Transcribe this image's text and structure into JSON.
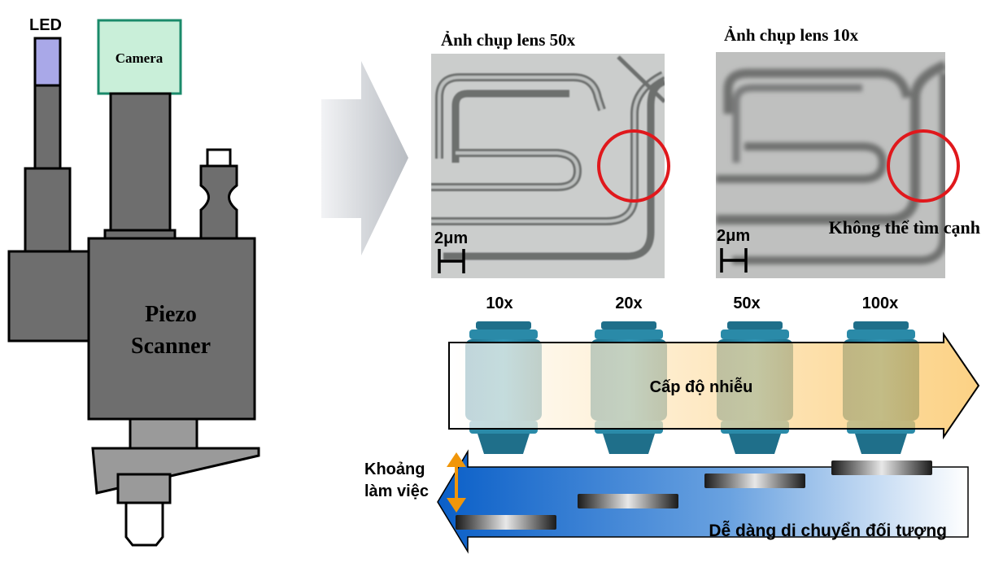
{
  "instrument": {
    "led_label": "LED",
    "camera_label": "Camera",
    "scanner_label_line1": "Piezo",
    "scanner_label_line2": "Scanner"
  },
  "images": [
    {
      "title": "Ảnh chụp lens 50x",
      "scale_label": "2μm",
      "note": ""
    },
    {
      "title": "Ảnh chụp lens 10x",
      "scale_label": "2μm",
      "note": "Không thể tìm cạnh"
    }
  ],
  "lenses": [
    {
      "label": "10x"
    },
    {
      "label": "20x"
    },
    {
      "label": "50x"
    },
    {
      "label": "100x"
    }
  ],
  "noise_arrow_label": "Cấp độ nhiễu",
  "working_distance_label_line1": "Khoảng",
  "working_distance_label_line2": "làm việc",
  "move_arrow_label": "Dễ dàng di chuyển đối tượng",
  "colors": {
    "lens_body": "#2a8aa8",
    "lens_dark": "#1f6f8a",
    "camera_fill": "#c9efd9",
    "camera_border": "#1a8a6a",
    "led_fill": "#a9a8e8",
    "instrument_gray": "#6e6e6e",
    "noise_gradient_end": "#fbc055",
    "move_gradient_start": "#0a5fc8",
    "highlight_circle": "#e0181c",
    "double_arrow": "#f0960a"
  }
}
